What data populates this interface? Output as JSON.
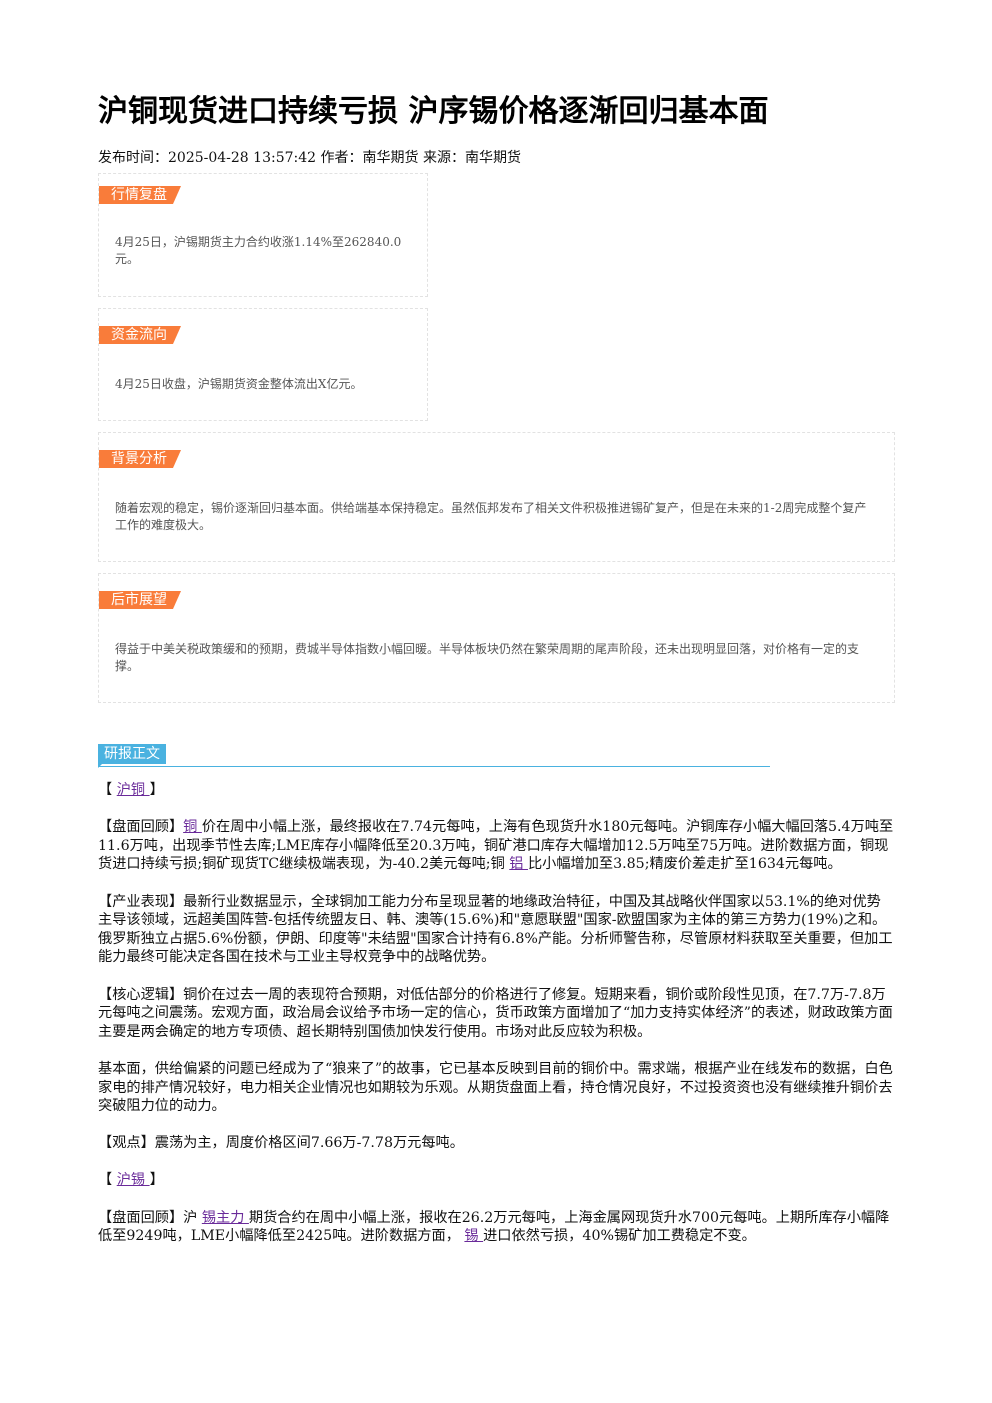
{
  "title": "沪铜现货进口持续亏损 沪序锡价格逐渐回归基本面",
  "meta": "发布时间：2025-04-28 13:57:42 作者：南华期货 来源：南华期货",
  "boxes": [
    {
      "tag": "行情复盘",
      "text": "4月25日，沪锡期货主力合约收涨1.14%至262840.0元。"
    },
    {
      "tag": "资金流向",
      "text": "4月25日收盘，沪锡期货资金整体流出X亿元。"
    },
    {
      "tag": "背景分析",
      "text": "随着宏观的稳定，锡价逐渐回归基本面。供给端基本保持稳定。虽然佤邦发布了相关文件积极推进锡矿复产，但是在未来的1-2周完成整个复产工作的难度极大。"
    },
    {
      "tag": "后市展望",
      "text": "得益于中美关税政策缓和的预期，费城半导体指数小幅回暖。半导体板块仍然在繁荣周期的尾声阶段，还未出现明显回落，对价格有一定的支撑。"
    }
  ],
  "section_title": "研报正文",
  "body": {
    "copper_head": {
      "pre": "【 ",
      "link": "沪铜 ",
      "post": "】"
    },
    "p1": {
      "a": "【盘面回顾】",
      "link1": "铜 ",
      "b": "价在周中小幅上涨，最终报收在7.74元每吨，上海有色现货升水180元每吨。沪铜库存小幅大幅回落5.4万吨至11.6万吨，出现季节性去库;LME库存小幅降低至20.3万吨，铜矿港口库存大幅增加12.5万吨至75万吨。进阶数据方面，铜现货进口持续亏损;铜矿现货TC继续极端表现，为-40.2美元每吨;铜 ",
      "link2": "铝 ",
      "c": "比小幅增加至3.85;精废价差走扩至1634元每吨。"
    },
    "p2": "【产业表现】最新行业数据显示，全球铜加工能力分布呈现显著的地缘政治特征，中国及其战略伙伴国家以53.1%的绝对优势主导该领域，远超美国阵营-包括传统盟友日、韩、澳等(15.6%)和\"意愿联盟\"国家-欧盟国家为主体的第三方势力(19%)之和。俄罗斯独立占据5.6%份额，伊朗、印度等\"未结盟\"国家合计持有6.8%产能。分析师警告称，尽管原材料获取至关重要，但加工能力最终可能决定各国在技术与工业主导权竞争中的战略优势。",
    "p3": "【核心逻辑】铜价在过去一周的表现符合预期，对低估部分的价格进行了修复。短期来看，铜价或阶段性见顶，在7.7万-7.8万元每吨之间震荡。宏观方面，政治局会议给予市场一定的信心，货币政策方面增加了“加力支持实体经济”的表述，财政政策方面主要是两会确定的地方专项债、超长期特别国债加快发行使用。市场对此反应较为积极。",
    "p4": "基本面，供给偏紧的问题已经成为了“狼来了”的故事，它已基本反映到目前的铜价中。需求端，根据产业在线发布的数据，白色家电的排产情况较好，电力相关企业情况也如期较为乐观。从期货盘面上看，持仓情况良好，不过投资资也没有继续推升铜价去突破阻力位的动力。",
    "p5": "【观点】震荡为主，周度价格区间7.66万-7.78万元每吨。",
    "tin_head": {
      "pre": "【 ",
      "link": "沪锡 ",
      "post": "】"
    },
    "p6": {
      "a": "【盘面回顾】沪 ",
      "link1": "锡主力 ",
      "b": "期货合约在周中小幅上涨，报收在26.2万元每吨，上海金属网现货升水700元每吨。上期所库存小幅降低至9249吨，LME小幅降低至2425吨。进阶数据方面， ",
      "link2": "锡 ",
      "c": "进口依然亏损，40%锡矿加工费稳定不变。"
    }
  }
}
